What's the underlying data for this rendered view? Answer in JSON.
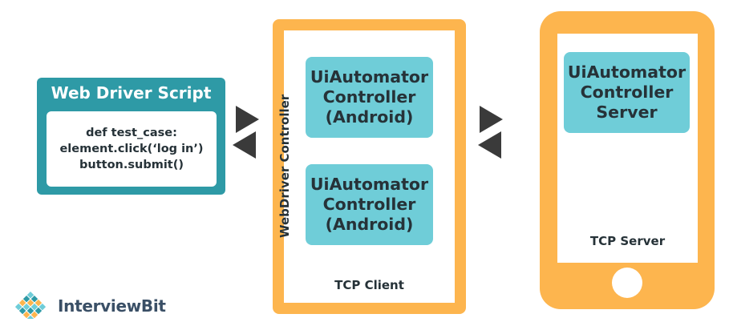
{
  "script_panel": {
    "title": "Web Driver Script",
    "code_lines": [
      "def test_case:",
      "element.click(‘log in’)",
      "button.submit()"
    ]
  },
  "controller": {
    "label": "WebDriver Controller",
    "boxes": [
      {
        "lines": [
          "UiAutomator",
          "Controller",
          "(Android)"
        ]
      },
      {
        "lines": [
          "UiAutomator",
          "Controller",
          "(Android)"
        ]
      }
    ],
    "footer": "TCP Client"
  },
  "server": {
    "box_lines": [
      "UiAutomator",
      "Controller",
      "Server"
    ],
    "footer": "TCP Server"
  },
  "logo": {
    "text": "InterviewBit"
  },
  "colors": {
    "teal_dark": "#2e9aa6",
    "teal_light": "#6fcdd8",
    "orange": "#fdb54e",
    "arrow": "#3a3a3a",
    "text": "#263238"
  }
}
